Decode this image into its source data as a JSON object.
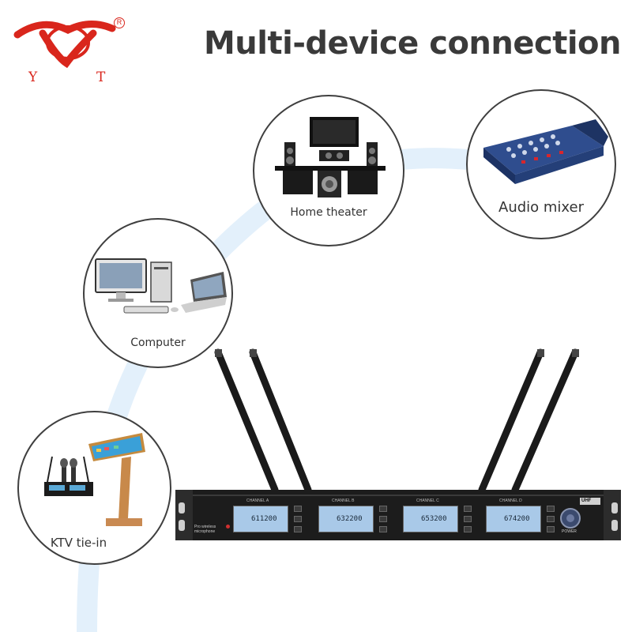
{
  "brand": {
    "logo_letter_left": "Y",
    "logo_letter_right": "T",
    "registered_mark": "R",
    "logo_color": "#d9261c"
  },
  "title": "Multi-device connection",
  "accent_arc_color": "#e3f0fb",
  "devices": [
    {
      "id": "home-theater",
      "label": "Home theater",
      "icon": "home-theater-icon"
    },
    {
      "id": "audio-mixer",
      "label": "Audio mixer",
      "icon": "audio-mixer-icon"
    },
    {
      "id": "computer",
      "label": "Computer",
      "icon": "computer-icon"
    },
    {
      "id": "ktv",
      "label": "KTV tie-in",
      "icon": "ktv-system-icon"
    }
  ],
  "receiver": {
    "channels": [
      {
        "name": "CHANNEL A",
        "freq": "611200"
      },
      {
        "name": "CHANNEL B",
        "freq": "632200"
      },
      {
        "name": "CHANNEL C",
        "freq": "653200"
      },
      {
        "name": "CHANNEL D",
        "freq": "674200"
      }
    ],
    "badge": "UHF",
    "power_label": "POWER",
    "model_text": "Pro wireless microphone"
  }
}
